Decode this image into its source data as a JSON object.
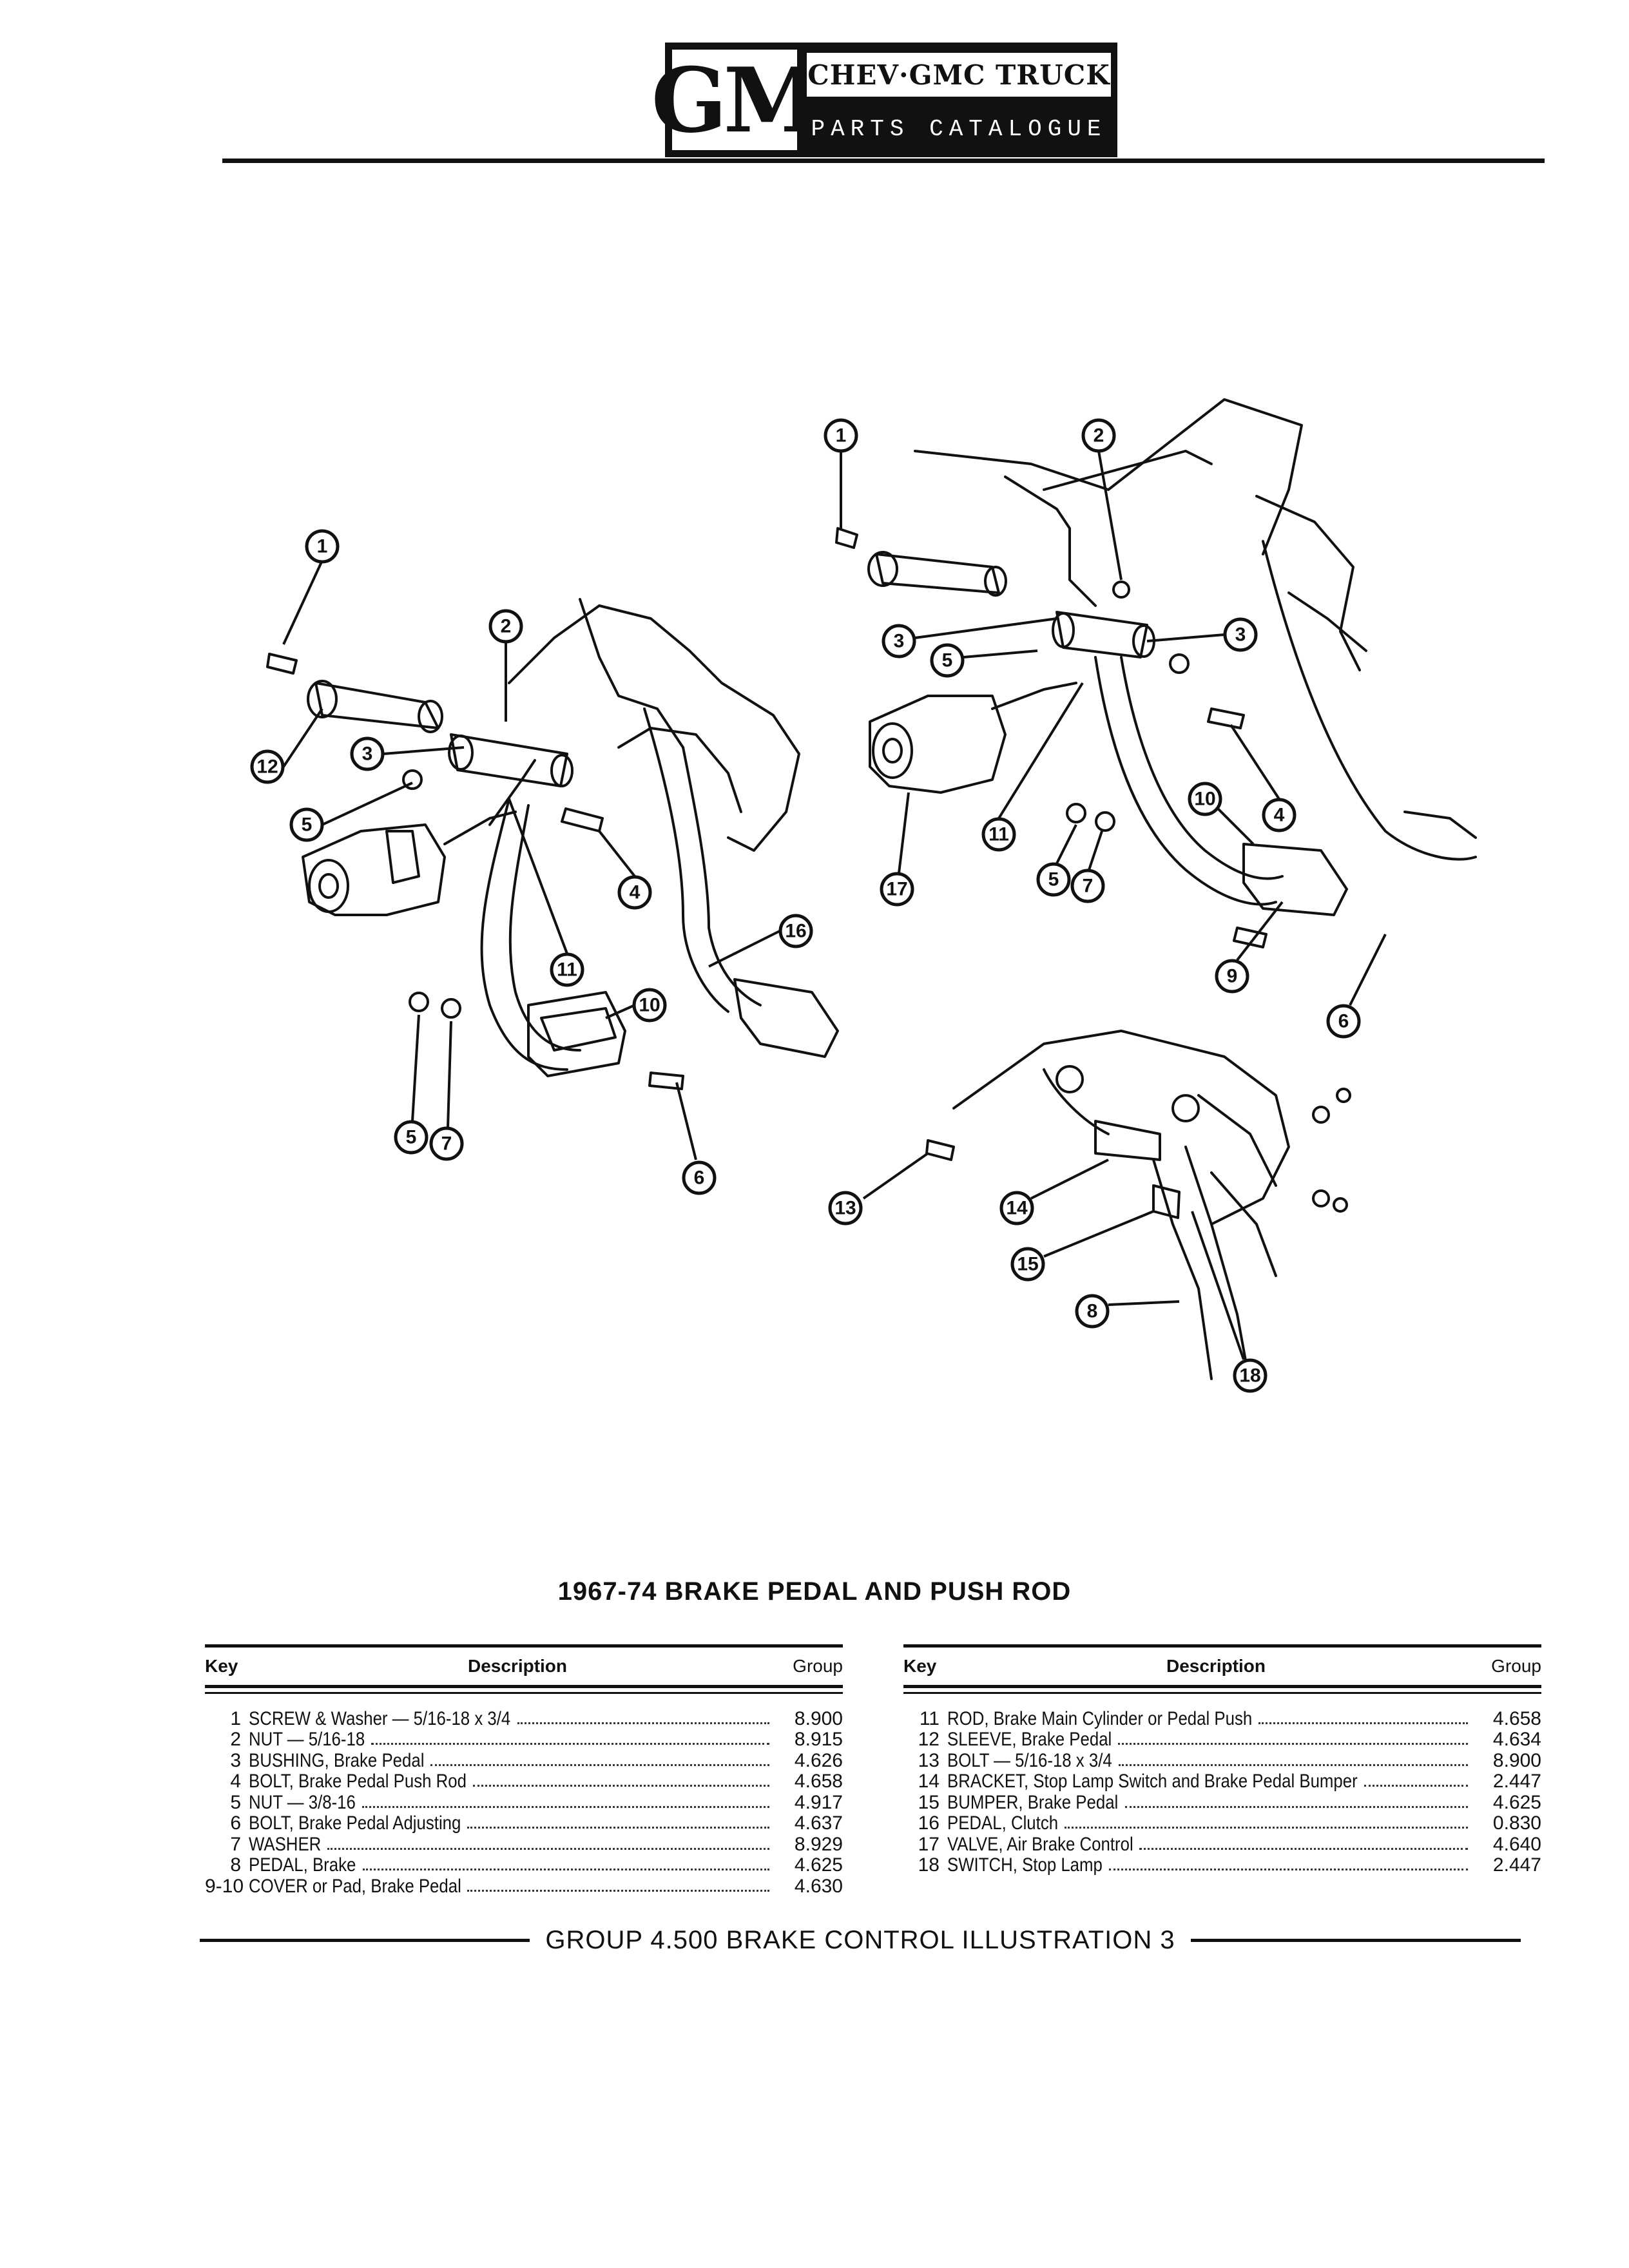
{
  "header": {
    "logo": "GM",
    "line1": "CHEV·GMC TRUCK",
    "line2": "PARTS CATALOGUE"
  },
  "illustration": {
    "callouts": [
      "1",
      "2",
      "3",
      "4",
      "5",
      "6",
      "7",
      "8",
      "9",
      "10",
      "11",
      "12",
      "13",
      "14",
      "15",
      "16",
      "17",
      "18"
    ]
  },
  "title": "1967-74 BRAKE PEDAL AND PUSH ROD",
  "table_headers": {
    "key": "Key",
    "description": "Description",
    "group": "Group"
  },
  "parts_left": [
    {
      "key": "1",
      "desc": "SCREW & Washer — 5/16-18 x 3/4",
      "group": "8.900"
    },
    {
      "key": "2",
      "desc": "NUT — 5/16-18",
      "group": "8.915"
    },
    {
      "key": "3",
      "desc": "BUSHING, Brake Pedal",
      "group": "4.626"
    },
    {
      "key": "4",
      "desc": "BOLT, Brake Pedal Push Rod",
      "group": "4.658"
    },
    {
      "key": "5",
      "desc": "NUT — 3/8-16",
      "group": "4.917"
    },
    {
      "key": "6",
      "desc": "BOLT, Brake Pedal Adjusting",
      "group": "4.637"
    },
    {
      "key": "7",
      "desc": "WASHER",
      "group": "8.929"
    },
    {
      "key": "8",
      "desc": "PEDAL, Brake",
      "group": "4.625"
    },
    {
      "key": "9-10",
      "desc": "COVER or Pad, Brake Pedal",
      "group": "4.630"
    }
  ],
  "parts_right": [
    {
      "key": "11",
      "desc": "ROD, Brake Main Cylinder or Pedal Push",
      "group": "4.658"
    },
    {
      "key": "12",
      "desc": "SLEEVE, Brake Pedal",
      "group": "4.634"
    },
    {
      "key": "13",
      "desc": "BOLT — 5/16-18 x 3/4",
      "group": "8.900"
    },
    {
      "key": "14",
      "desc": "BRACKET, Stop Lamp Switch and Brake Pedal Bumper",
      "group": "2.447"
    },
    {
      "key": "15",
      "desc": "BUMPER, Brake Pedal",
      "group": "4.625"
    },
    {
      "key": "16",
      "desc": "PEDAL, Clutch",
      "group": "0.830"
    },
    {
      "key": "17",
      "desc": "VALVE, Air Brake Control",
      "group": "4.640"
    },
    {
      "key": "18",
      "desc": "SWITCH, Stop Lamp",
      "group": "2.447"
    }
  ],
  "footer": "GROUP 4.500 BRAKE CONTROL ILLUSTRATION 3"
}
